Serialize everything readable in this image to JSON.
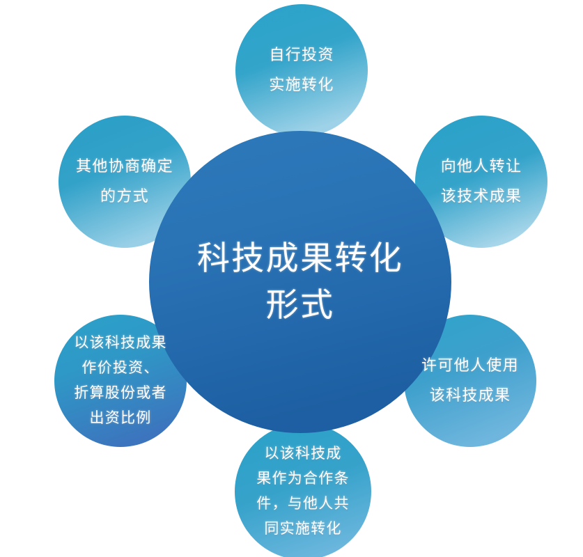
{
  "diagram": {
    "type": "circular-hub-and-spoke",
    "background_color": "#ffffff",
    "center": {
      "name": "center-node",
      "lines": [
        "科技成果转化",
        "形式"
      ],
      "fill_top": "#2a74b5",
      "fill_bottom": "#1f66a8",
      "text_color": "#ffffff"
    },
    "satellites": [
      {
        "position": "top",
        "lines": [
          "自行投资",
          "实施转化"
        ],
        "fill_top": "#2ba0c8",
        "fill_bottom": "#7fc3e0"
      },
      {
        "position": "top-right",
        "lines": [
          "向他人转让",
          "该技术成果"
        ],
        "fill_top": "#2aa0c9",
        "fill_bottom": "#8cc9e4"
      },
      {
        "position": "right",
        "lines": [
          "许可他人使用",
          "该科技成果"
        ],
        "fill_top": "#2ca2ca",
        "fill_bottom": "#6bb6dd"
      },
      {
        "position": "bottom",
        "lines": [
          "以该科技成",
          "果作为合作条",
          "件，与他人共",
          "同实施转化"
        ],
        "fill_top": "#2ba1c9",
        "fill_bottom": "#63b2db"
      },
      {
        "position": "bottom-left",
        "lines": [
          "以该科技成果",
          "作价投资、",
          "折算股份或者",
          "出资比例"
        ],
        "fill_top": "#2ba1c9",
        "fill_bottom": "#3f7fc4"
      },
      {
        "position": "left",
        "lines": [
          "其他协商确定",
          "的方式"
        ],
        "fill_top": "#2a9fc7",
        "fill_bottom": "#7dc2e0"
      }
    ]
  },
  "colors": {
    "center_blue": "#2a74b5",
    "center_blue_dark": "#1f66a8",
    "satellite_teal": "#2ba0c8",
    "satellite_light": "#8cc9e4",
    "text_white": "#ffffff",
    "background": "#ffffff"
  }
}
